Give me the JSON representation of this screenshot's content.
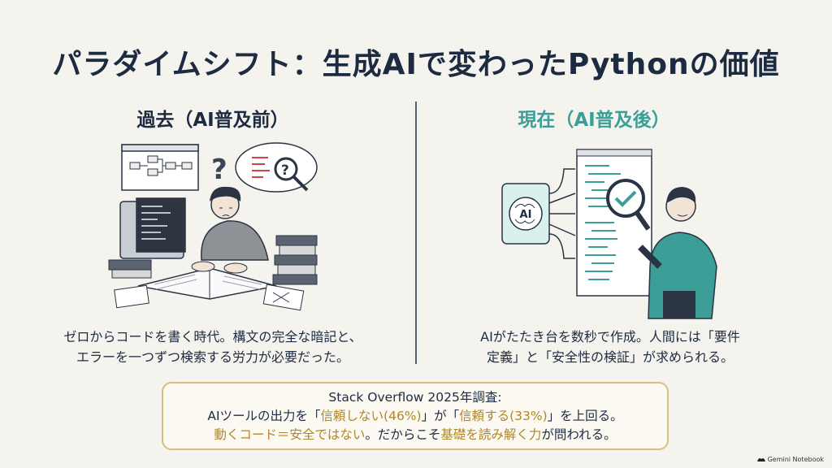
{
  "title": "パラダイムシフト：生成AIで変わったPythonの価値",
  "past": {
    "heading": "過去（AI普及前）",
    "caption_line1": "ゼロからコードを書く時代。構文の完全な暗記と、",
    "caption_line2": "エラーを一つずつ検索する労力が必要だった。"
  },
  "present": {
    "heading": "現在（AI普及後）",
    "ai_label": "AI",
    "caption_line1": "AIがたたき台を数秒で作成。人間には「要件",
    "caption_line2": "定義」と「安全性の検証」が求められる。"
  },
  "survey": {
    "line1": "Stack Overflow 2025年調査:",
    "line2_a": "AIツールの出力を「",
    "line2_b": "信頼しない(46%)",
    "line2_c": "」が「",
    "line2_d": "信頼する(33%)",
    "line2_e": "」を上回る。",
    "line3_a": "動くコード＝安全ではない",
    "line3_b": "。だからこそ",
    "line3_c": "基礎を読み解く力",
    "line3_d": "が問われる。",
    "distrust_pct": 46,
    "trust_pct": 33
  },
  "logo_text": "Gemini Notebook",
  "colors": {
    "accent_teal": "#3b9f97",
    "accent_gold": "#b0862a",
    "box_border": "#d5bf7c",
    "title": "#1d2b42"
  }
}
